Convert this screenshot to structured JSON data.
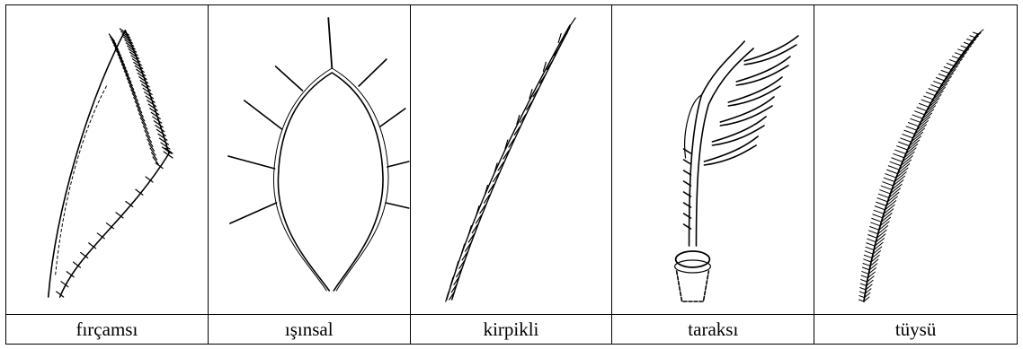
{
  "panels": [
    {
      "id": "fircamsi",
      "caption": "fırçamsı",
      "icon": "brush-like-hair-icon"
    },
    {
      "id": "isinsal",
      "caption": "ışınsal",
      "icon": "radial-hair-icon"
    },
    {
      "id": "kirpikli",
      "caption": "kirpikli",
      "icon": "ciliate-hair-icon"
    },
    {
      "id": "taraksi",
      "caption": "taraksı",
      "icon": "comb-like-hair-icon"
    },
    {
      "id": "tuysu",
      "caption": "tüysü",
      "icon": "plumose-hair-icon"
    }
  ]
}
